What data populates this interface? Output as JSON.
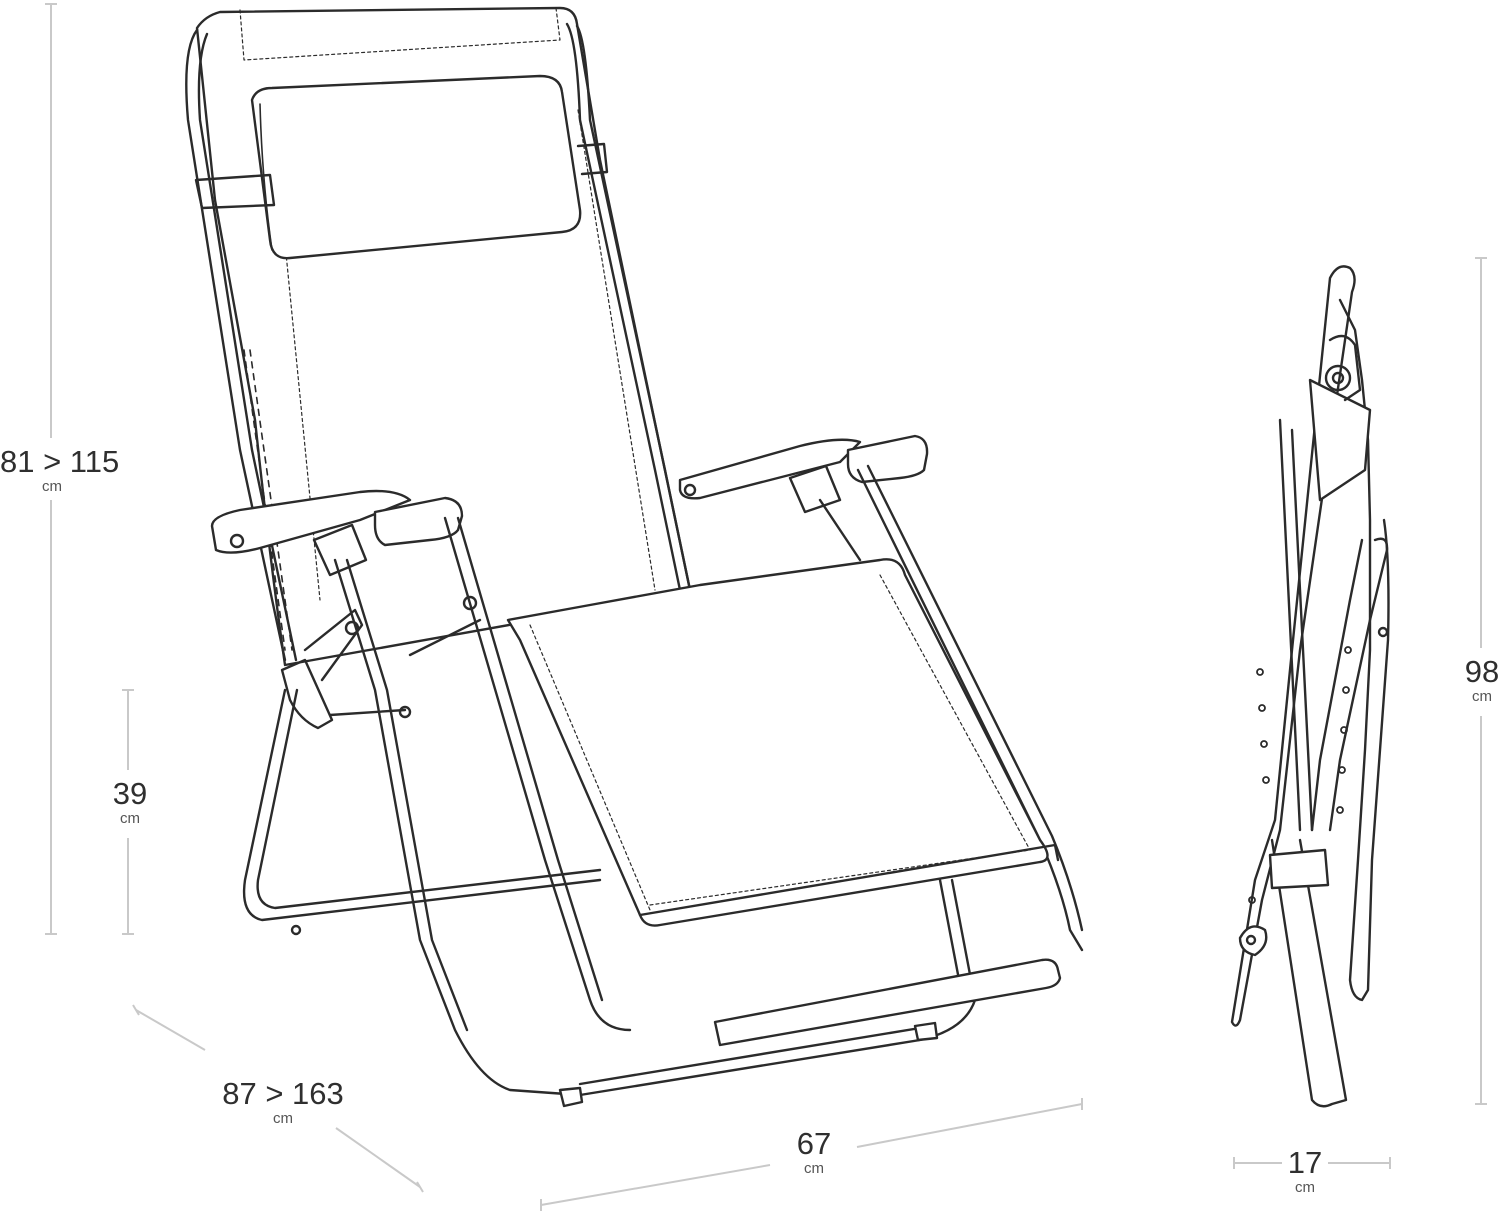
{
  "colors": {
    "line": "#2b2b2b",
    "dim_line": "#c9c9c9",
    "text": "#2f2f2f"
  },
  "dimensions": {
    "height": {
      "value": "81 > 115",
      "unit": "cm"
    },
    "seat_height": {
      "value": "39",
      "unit": "cm"
    },
    "depth": {
      "value": "87 > 163",
      "unit": "cm"
    },
    "width": {
      "value": "67",
      "unit": "cm"
    },
    "folded_height": {
      "value": "98",
      "unit": "cm"
    },
    "folded_depth": {
      "value": "17",
      "unit": "cm"
    }
  }
}
